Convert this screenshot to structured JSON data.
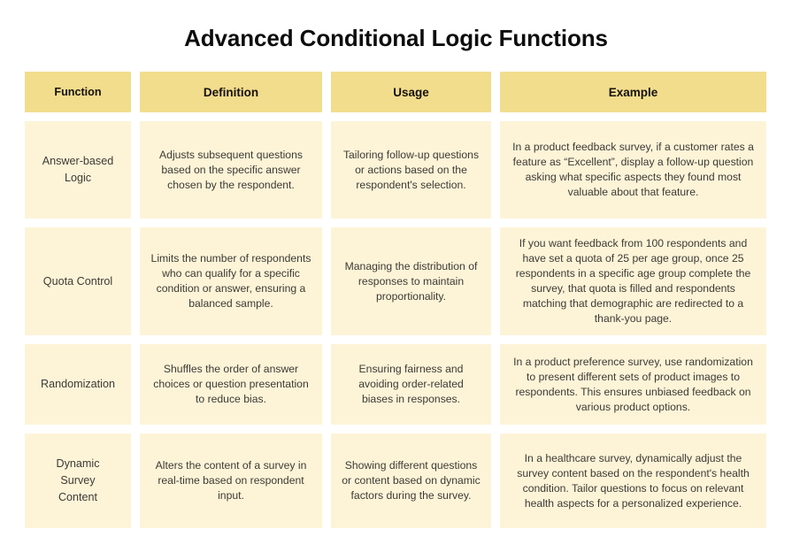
{
  "title": "Advanced Conditional Logic Functions",
  "colors": {
    "header_bg": "#f2dd8d",
    "cell_bg": "#fdf4d8",
    "page_bg": "#ffffff",
    "title_text": "#0d0d0d",
    "header_text": "#15120b",
    "body_text": "#3d3a33"
  },
  "table": {
    "columns": [
      "Function",
      "Definition",
      "Usage",
      "Example"
    ],
    "rows": [
      {
        "function": "Answer-based\nLogic",
        "definition": "Adjusts subsequent questions based on the specific answer chosen by the respondent.",
        "usage": "Tailoring follow-up questions or actions based on the respondent's selection.",
        "example": "In a product feedback survey, if a customer rates a feature as “Excellent”, display a follow-up question asking what specific aspects they found most valuable about that feature."
      },
      {
        "function": "Quota Control",
        "definition": "Limits the number of respondents who can qualify for a specific condition or answer, ensuring a balanced sample.",
        "usage": "Managing the distribution of responses to maintain proportionality.",
        "example": "If you want feedback from 100 respondents and have set a quota of 25 per age group, once 25 respondents in a specific age group complete the survey, that quota is filled and respondents matching that demographic are redirected to a thank-you page."
      },
      {
        "function": "Randomization",
        "definition": "Shuffles the order of answer choices or question presentation to reduce bias.",
        "usage": "Ensuring fairness and avoiding order-related biases in responses.",
        "example": "In a product preference survey, use randomization to present different sets of product images to respondents. This ensures unbiased feedback on various product options."
      },
      {
        "function": "Dynamic\nSurvey\nContent",
        "definition": "Alters the content of a survey in real-time based on respondent input.",
        "usage": "Showing different questions or content based on dynamic factors during the survey.",
        "example": "In a healthcare survey, dynamically adjust the survey content based on the respondent's health condition. Tailor questions to focus on relevant health aspects for a personalized experience."
      }
    ]
  }
}
